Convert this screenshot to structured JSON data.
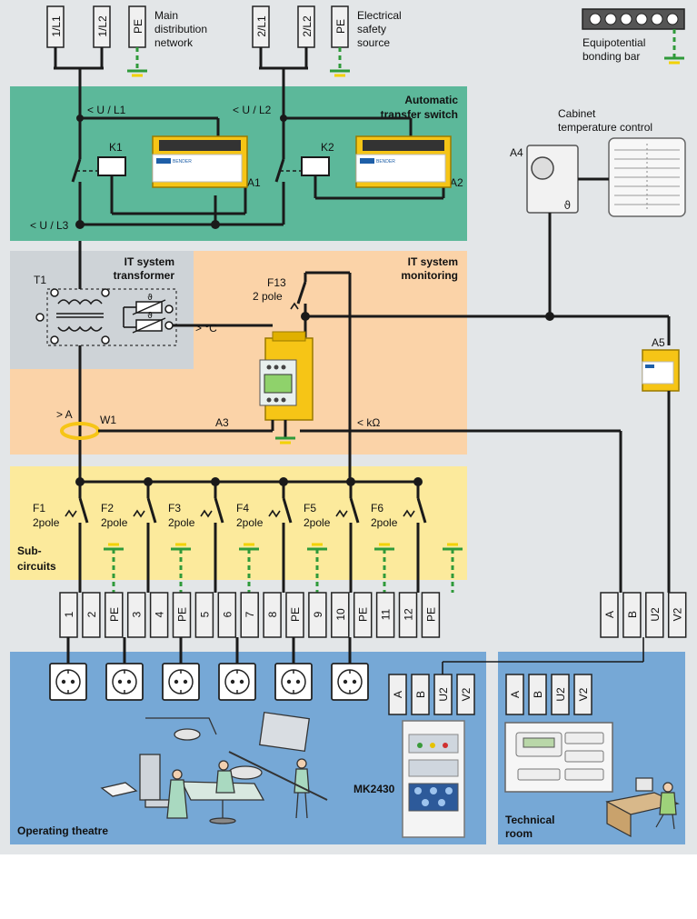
{
  "supply": {
    "l1": "1/L1",
    "l2": "1/L2",
    "pe1": "PE",
    "main_text": [
      "Main",
      "distribution",
      "network"
    ],
    "l1b": "2/L1",
    "l2b": "2/L2",
    "pe2": "PE",
    "safety_text": [
      "Electrical",
      "safety",
      "source"
    ]
  },
  "bonding": {
    "text": [
      "Equipotential",
      "bonding bar"
    ]
  },
  "ats": {
    "title": [
      "Automatic",
      "transfer switch"
    ],
    "u_l1": "< U / L1",
    "u_l2": "< U / L2",
    "u_l3": "< U / L3",
    "k1": "K1",
    "k2": "K2",
    "a1": "A1",
    "a2": "A2",
    "device_brand": "BENDER"
  },
  "cabinet": {
    "title": [
      "Cabinet",
      "temperature control"
    ],
    "a4": "A4",
    "a5": "A5",
    "theta": "ϑ"
  },
  "it_transformer": {
    "title": [
      "IT system",
      "transformer"
    ],
    "t1": "T1",
    "temp": "> °C",
    "theta": "ϑ"
  },
  "it_monitoring": {
    "title": [
      "IT system",
      "monitoring"
    ],
    "f13": [
      "F13",
      "2 pole"
    ],
    "ga": "> A",
    "w1": "W1",
    "a3": "A3",
    "kohm": "< kΩ"
  },
  "subcircuits": {
    "title": [
      "Sub-",
      "circuits"
    ],
    "breakers": [
      {
        "name": "F1",
        "pole": "2pole"
      },
      {
        "name": "F2",
        "pole": "2pole"
      },
      {
        "name": "F3",
        "pole": "2pole"
      },
      {
        "name": "F4",
        "pole": "2pole"
      },
      {
        "name": "F5",
        "pole": "2pole"
      },
      {
        "name": "F6",
        "pole": "2pole"
      }
    ]
  },
  "terminals": {
    "main": [
      "1",
      "2",
      "PE",
      "3",
      "4",
      "PE",
      "5",
      "6",
      "7",
      "8",
      "PE",
      "9",
      "10",
      "PE",
      "11",
      "12",
      "PE"
    ],
    "right": [
      "A",
      "B",
      "U2",
      "V2"
    ]
  },
  "or": {
    "title": "Operating theatre",
    "mk_terms": [
      "A",
      "B",
      "U2",
      "V2"
    ],
    "mk_label": "MK2430"
  },
  "tech": {
    "title": [
      "Technical",
      "room"
    ],
    "terms": [
      "A",
      "B",
      "U2",
      "V2"
    ]
  },
  "colors": {
    "background": "#e3e6e8",
    "ats_green": "#5cb89a",
    "it_transformer_grey": "#ced3d7",
    "it_monitoring_orange": "#fbd3a8",
    "subcircuits_yellow": "#fcea9c",
    "room_blue": "#76a8d6",
    "device_yellow": "#f6c516",
    "earth_green": "#2f9a3a",
    "earth_yellow": "#f2d200"
  }
}
